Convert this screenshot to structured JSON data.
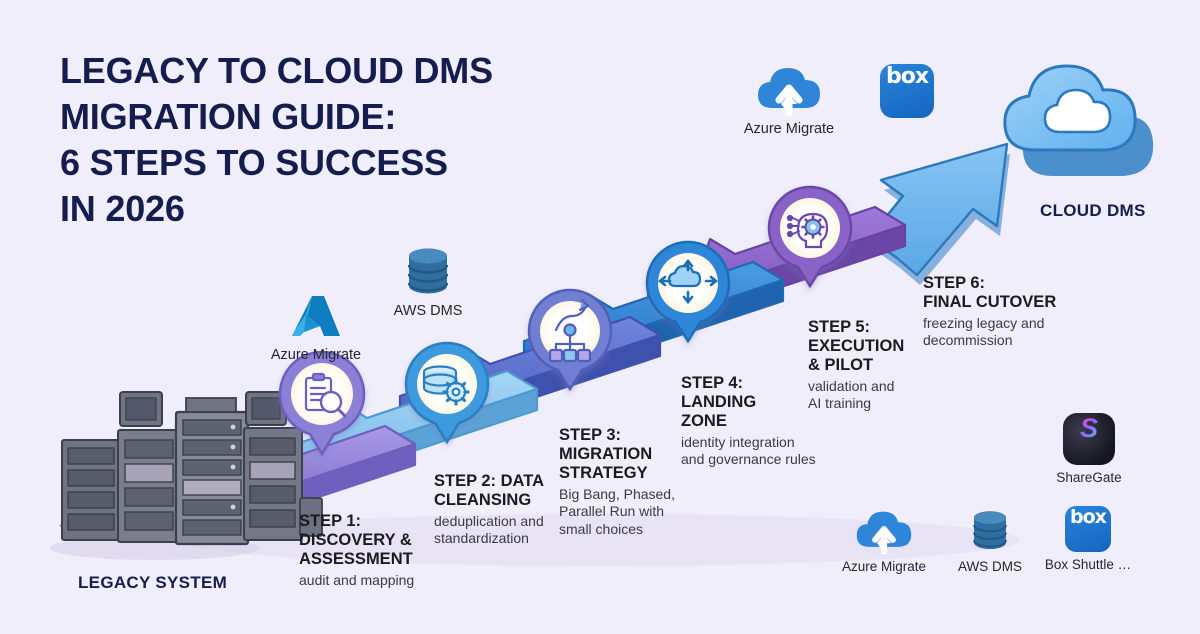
{
  "title": {
    "lines": [
      "Legacy to Cloud DMS",
      "Migration Guide:",
      "6 Steps to Success",
      "in 2026"
    ],
    "color": "#151d4e"
  },
  "anchors": {
    "start": "LEGACY SYSTEM",
    "end": "CLOUD DMS"
  },
  "steps": [
    {
      "id": "step-1",
      "heading": [
        "STEP 1:",
        "DISCOVERY &",
        "ASSESSMENT"
      ],
      "sub": [
        "audit and mapping"
      ],
      "color": "#8b7fd6",
      "icon": "clipboard-magnifier-icon"
    },
    {
      "id": "step-2",
      "heading": [
        "STEP 2: DATA",
        "CLEANSING"
      ],
      "sub": [
        "deduplication and",
        "standardization"
      ],
      "color": "#8fc8ee",
      "icon": "database-gear-icon"
    },
    {
      "id": "step-3",
      "heading": [
        "STEP 3:",
        "MIGRATION",
        "STRATEGY"
      ],
      "sub": [
        "Big Bang, Phased,",
        "Parallel Run with",
        "small choices"
      ],
      "color": "#5a6fd0",
      "icon": "strategy-branch-icon"
    },
    {
      "id": "step-4",
      "heading": [
        "STEP 4:",
        "LANDING",
        "ZONE"
      ],
      "sub": [
        "identity integration",
        "and governance rules"
      ],
      "color": "#2f86d8",
      "icon": "cloud-arrows-icon"
    },
    {
      "id": "step-5",
      "heading": [
        "STEP 5:",
        "EXECUTION",
        "& PILOT"
      ],
      "sub": [
        "validation and",
        "AI training"
      ],
      "color": "#8a63c9",
      "icon": "ai-head-gear-icon"
    },
    {
      "id": "step-6",
      "heading": [
        "STEP 6:",
        "FINAL CUTOVER"
      ],
      "sub": [
        "freezing legacy and",
        "decommission"
      ],
      "color": "#6bb4ec",
      "icon": "arrow-up-right-icon"
    }
  ],
  "tools": [
    {
      "id": "azure-migrate-left",
      "name": "Azure Migrate",
      "icon": "azure-a-icon"
    },
    {
      "id": "aws-dms-top",
      "name": "AWS DMS",
      "icon": "database-icon"
    },
    {
      "id": "azure-migrate-top",
      "name": "Azure Migrate",
      "icon": "cloud-upload-icon"
    },
    {
      "id": "box-top",
      "name": "",
      "icon": "box-logo-icon",
      "mark": "box"
    },
    {
      "id": "sharegate",
      "name": "ShareGate",
      "icon": "sharegate-logo-icon",
      "mark": "S"
    },
    {
      "id": "azure-migrate-bottom",
      "name": "Azure Migrate",
      "icon": "cloud-upload-icon"
    },
    {
      "id": "aws-dms-bottom",
      "name": "AWS DMS",
      "icon": "database-icon"
    },
    {
      "id": "box-shuttle",
      "name": "Box Shuttle …",
      "icon": "box-logo-icon",
      "mark": "box"
    }
  ],
  "palette": {
    "background": "#f0eefa",
    "title": "#151d4e",
    "purple": "#8b7fd6",
    "blue": "#2f86d8",
    "light_blue": "#8fc8ee",
    "indigo": "#5a6fd0",
    "violet": "#8a63c9",
    "cloud_blue": "#6bb4ec",
    "legacy_gray": "#6c6f7c"
  }
}
